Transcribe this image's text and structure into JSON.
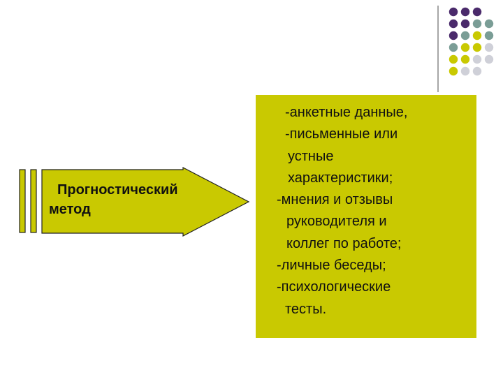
{
  "method": {
    "line1": "Прогностический",
    "line2": "метод"
  },
  "sources": {
    "lines": [
      "-анкетные данные,",
      "-письменные или",
      "устные",
      "характеристики;",
      "-мнения и отзывы",
      "руководителя и",
      "коллег по работе;",
      "-личные беседы;",
      "-психологические",
      "тесты."
    ]
  },
  "colors": {
    "accent": "#c9c901",
    "purple": "#4a2a6b",
    "teal": "#7a9d96",
    "light": "#cfd0d8",
    "outline": "#222222"
  }
}
